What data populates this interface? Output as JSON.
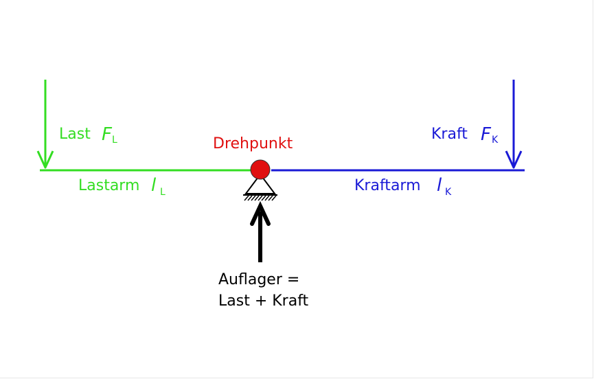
{
  "load": {
    "label": "Last",
    "symbol": "F",
    "subscript": "L"
  },
  "effort": {
    "label": "Kraft",
    "symbol": "F",
    "subscript": "K"
  },
  "pivot": {
    "label": "Drehpunkt"
  },
  "load_arm": {
    "label": "Lastarm",
    "symbol": "l",
    "subscript": "L"
  },
  "effort_arm": {
    "label": "Kraftarm",
    "symbol": "l",
    "subscript": "K"
  },
  "support": {
    "line1": "Auflager =",
    "line2": "Last + Kraft"
  },
  "colors": {
    "load": "#33dd22",
    "effort": "#1a1ad6",
    "pivot": "#e01010",
    "support": "#000000"
  }
}
